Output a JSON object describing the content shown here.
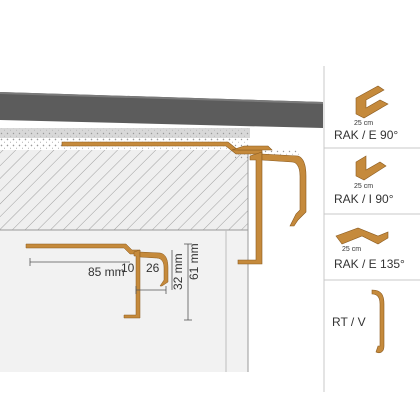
{
  "colors": {
    "profile": "#c58a3c",
    "profile_dark": "#8a5a1f",
    "tile": "#5c5c5c",
    "adhesive": "#b9b9b9",
    "concrete": "#e6e6e6",
    "hatch": "#8a8a8a",
    "divider": "#c8c8c8",
    "text": "#333333"
  },
  "section_dimensions": {
    "length": "85 mm",
    "height_inner": "32 mm",
    "height_outer": "61 mm",
    "offset_a": "10",
    "offset_b": "26"
  },
  "variants": [
    {
      "icon": "outer-corner-90-icon",
      "size": "25 cm",
      "code": "RAK / E 90°"
    },
    {
      "icon": "inner-corner-90-icon",
      "size": "25 cm",
      "code": "RAK / I 90°"
    },
    {
      "icon": "outer-corner-135-icon",
      "size": "25 cm",
      "code": "RAK / E 135°"
    },
    {
      "icon": "drip-edge-cap-icon",
      "size": "",
      "code": "RT / V"
    }
  ]
}
